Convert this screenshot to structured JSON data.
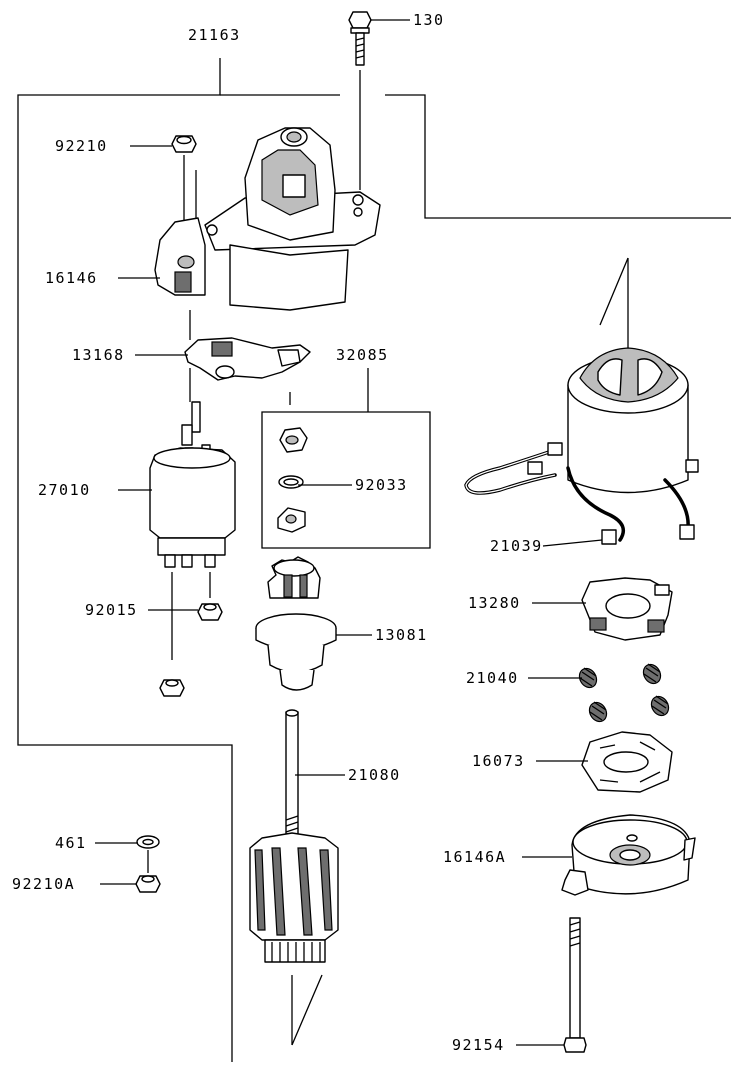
{
  "parts": {
    "p21163": "21163",
    "p130": "130",
    "p92210": "92210",
    "p16146": "16146",
    "p13168": "13168",
    "p32085": "32085",
    "p92033": "92033",
    "p27010": "27010",
    "p92015": "92015",
    "p13081": "13081",
    "p21039": "21039",
    "p13280": "13280",
    "p21040": "21040",
    "p16073": "16073",
    "p21080": "21080",
    "p461": "461",
    "p92210A": "92210A",
    "p16146A": "16146A",
    "p92154": "92154"
  }
}
